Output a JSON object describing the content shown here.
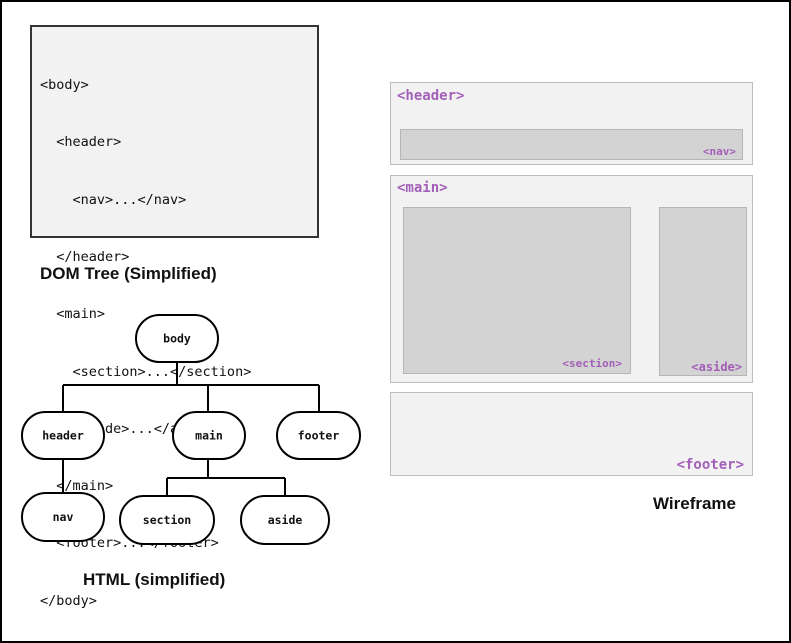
{
  "code_lines": [
    "<body>",
    "  <header>",
    "    <nav>...</nav>",
    "  </header>",
    "  <main>",
    "    <section>...</section>",
    "    <aside>...</aside>",
    "  </main>",
    "  <footer>...</footer>",
    "</body>"
  ],
  "captions": {
    "dom_tree": "DOM Tree (Simplified)",
    "html_simplified": "HTML (simplified)",
    "wireframe": "Wireframe"
  },
  "tree_nodes": {
    "body": "body",
    "header": "header",
    "main": "main",
    "footer": "footer",
    "nav": "nav",
    "section": "section",
    "aside": "aside"
  },
  "wireframe_tags": {
    "header": "<header>",
    "nav": "<nav>",
    "main": "<main>",
    "section": "<section>",
    "aside": "<aside>",
    "footer": "<footer>"
  },
  "colors": {
    "tag_purple": "#a45fb8",
    "panel_fill": "#f2f2f2",
    "block_fill": "#d3d3d3"
  }
}
